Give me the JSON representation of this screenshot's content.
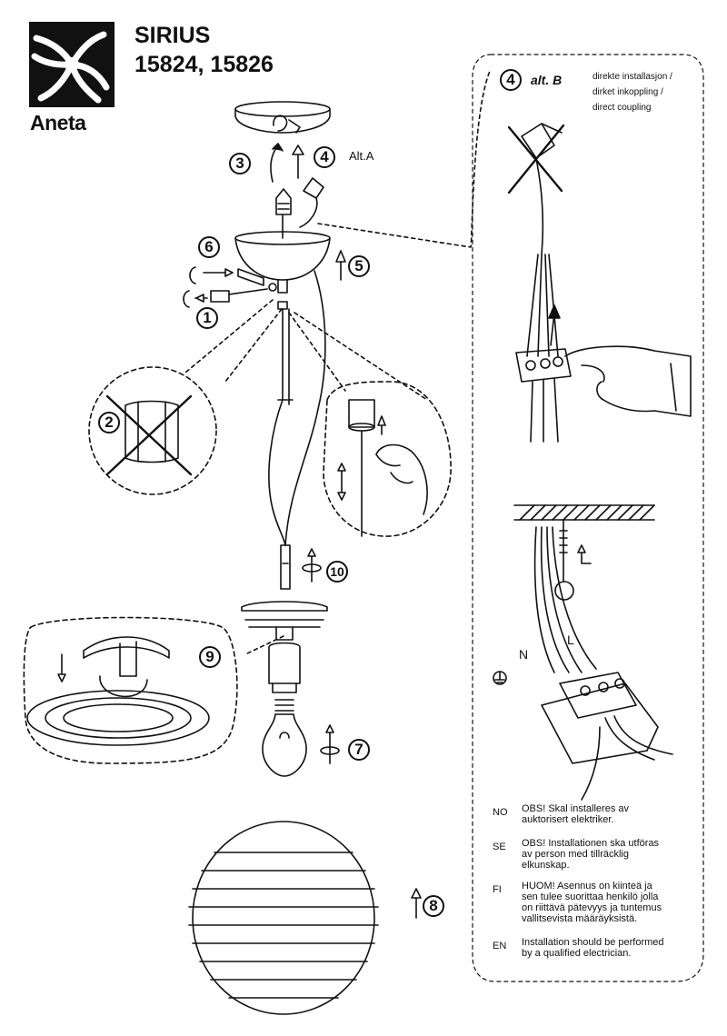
{
  "brand": "Aneta",
  "product": {
    "name": "SIRIUS",
    "codes": "15824, 15826"
  },
  "labels": {
    "alt_a": "Alt.A",
    "alt_b": "alt. B",
    "neutral": "N",
    "live": "L"
  },
  "direct_captions": [
    "direkte installasjon /",
    "dirket inkoppling /",
    "direct coupling"
  ],
  "steps": {
    "s1": "1",
    "s2": "2",
    "s3": "3",
    "s4": "4",
    "s4b": "4",
    "s5": "5",
    "s6": "6",
    "s7": "7",
    "s8": "8",
    "s9": "9",
    "s10": "10"
  },
  "warnings": [
    {
      "code": "NO",
      "text": "OBS! Skal installeres av\nauktorisert elektriker."
    },
    {
      "code": "SE",
      "text": "OBS! Installationen ska utföras\nav person med tillräcklig\nelkunskap."
    },
    {
      "code": "FI",
      "text": "HUOM! Asennus on kiinteä ja\nsen tulee suorittaa henkilö jolla\non riittävä pätevyys ja tuntemus\nvallitsevista määräyksistä."
    },
    {
      "code": "EN",
      "text": "Installation should be performed\nby a qualified electrician."
    }
  ]
}
